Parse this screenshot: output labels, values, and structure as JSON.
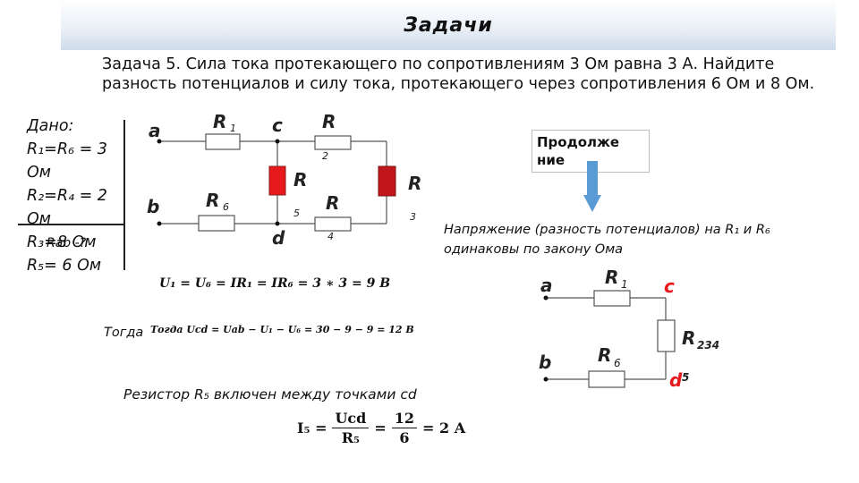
{
  "header": {
    "title": "Задачи"
  },
  "problem": {
    "text": "Задача 5. Сила тока протекающего по сопротивлениям 3 Ом равна 3 А. Найдите разность потенциалов и силу тока, протекающего через сопротивления 6 Ом и 8 Ом."
  },
  "given": {
    "heading": "Дано:",
    "line1": "R₁=R₆ = 3",
    "line1b": "Ом",
    "line2": "R₂=R₄ = 2",
    "line2b": "Ом",
    "line3": "R₃=8 Ом",
    "line4": "R₅= 6 Ом",
    "find": "Rab -?"
  },
  "circuit1": {
    "node_a": "a",
    "node_b": "b",
    "node_c": "c",
    "node_d": "d",
    "r1": "R",
    "r1_sub": "1",
    "r2": "R",
    "r2_sub": "2",
    "r3": "R",
    "r3_sub": "3",
    "r4": "R",
    "r4_sub": "4",
    "r5": "R",
    "r5_sub": "5",
    "r6": "R",
    "r6_sub": "6"
  },
  "continue_box": {
    "label": "Продолже ние"
  },
  "note_voltage": "Напряжение (разность потенциалов) на R₁ и  R₆ одинаковы по закону Ома",
  "circuit2": {
    "node_a": "a",
    "node_b": "b",
    "node_c": "c",
    "node_d": "d",
    "r1": "R",
    "r1_sub": "1",
    "r6": "R",
    "r6_sub": "6",
    "r234": "R",
    "r234_sub": "234",
    "r234_extra": "5"
  },
  "formulas": {
    "u1": "U₁ = U₆ = IR₁ = IR₆ = 3 ∗ 3 = 9 B",
    "togda": "Тогда",
    "ucd": "Тогда Ucd = Uab − U₁ − U₆ = 30 − 9 − 9 = 12 B",
    "note_r5": "Резистор R₅ включен между точками cd",
    "i5_lhs": "I₅ =",
    "i5_num": "Ucd",
    "i5_den": "R₅",
    "i5_eq": "=",
    "i5_num2": "12",
    "i5_den2": "6",
    "i5_result": "= 2 A"
  },
  "colors": {
    "red_resistor": "#e8191c",
    "dark_red_resistor": "#c0161b",
    "arrow_blue": "#5b9bd5",
    "node_red": "#e8191c"
  }
}
